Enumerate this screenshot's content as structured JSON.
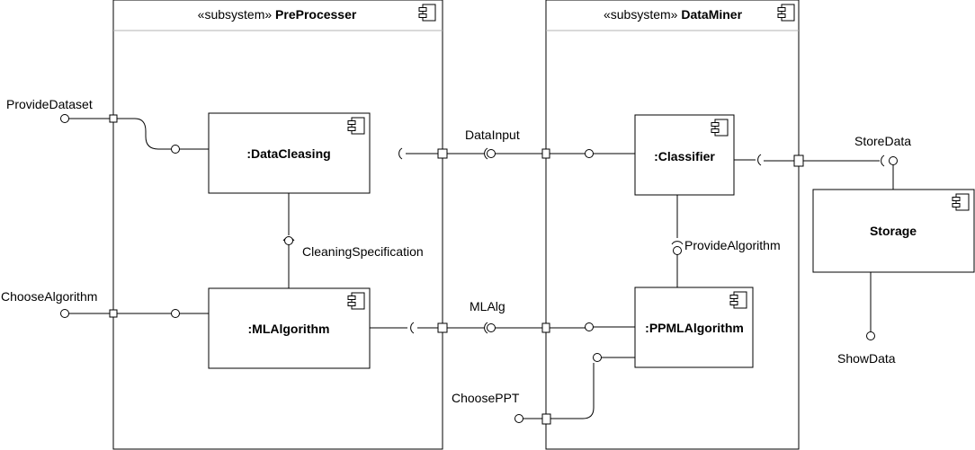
{
  "subsystems": [
    {
      "stereotype": "«subsystem»",
      "name": "PreProcesser"
    },
    {
      "stereotype": "«subsystem»",
      "name": "DataMiner"
    }
  ],
  "components": {
    "data_cleasing": ":DataCleasing",
    "ml_algorithm": ":MLAlgorithm",
    "classifier": ":Classifier",
    "ppml_algorithm": ":PPMLAlgorithm",
    "storage": "Storage"
  },
  "interfaces": {
    "provide_dataset": "ProvideDataset",
    "choose_algorithm": "ChooseAlgorithm",
    "cleaning_specification": "CleaningSpecification",
    "data_input": "DataInput",
    "ml_alg": "MLAlg",
    "provide_algorithm": "ProvideAlgorithm",
    "choose_ppt": "ChoosePPT",
    "store_data": "StoreData",
    "show_data": "ShowData"
  },
  "colors": {
    "stroke": "#000000",
    "fill": "#ffffff",
    "separator": "#b3b3b3"
  },
  "icons": [
    "component-icon"
  ]
}
